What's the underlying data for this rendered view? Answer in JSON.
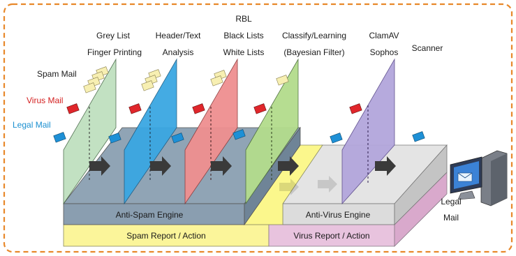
{
  "stage_labels": {
    "grey_list": "Grey List",
    "finger_printing": "Finger Printing",
    "header_text": "Header/Text",
    "analysis": "Analysis",
    "rbl": "RBL",
    "black_lists": "Black Lists",
    "white_lists": "White Lists",
    "classify_learning": "Classify/Learning",
    "bayesian_filter": "(Bayesian Filter)",
    "clamav": "ClamAV",
    "sophos": "Sophos",
    "scanner": "Scanner"
  },
  "legend": {
    "spam_mail": "Spam Mail",
    "virus_mail": "Virus Mail",
    "legal_mail": "Legal Mail"
  },
  "engines": {
    "anti_spam": "Anti-Spam Engine",
    "anti_virus": "Anti-Virus Engine"
  },
  "reports": {
    "spam": "Spam Report / Action",
    "virus": "Virus Report / Action"
  },
  "output": {
    "legal": "Legal",
    "mail": "Mail"
  },
  "colors": {
    "frame_border": "#e8882a",
    "spam_mail_label": "#222222",
    "virus_mail_label": "#d42020",
    "legal_mail_label": "#1a8fd0",
    "panel_green": "#bfe0bf",
    "panel_blue": "#3aa7e2",
    "panel_red": "#ef8f90",
    "panel_lightgreen": "#b3dc8c",
    "panel_purple": "#b3a6dc",
    "spam_platform": "#8a9eb0",
    "virus_platform": "#dcdcdc",
    "spam_report": "#fbf59a",
    "virus_report": "#e8c3de",
    "connector": "#fbf78c",
    "envelope_red": "#e0262b",
    "envelope_blue": "#1e90d6",
    "envelope_spam": "#f7efb2"
  }
}
